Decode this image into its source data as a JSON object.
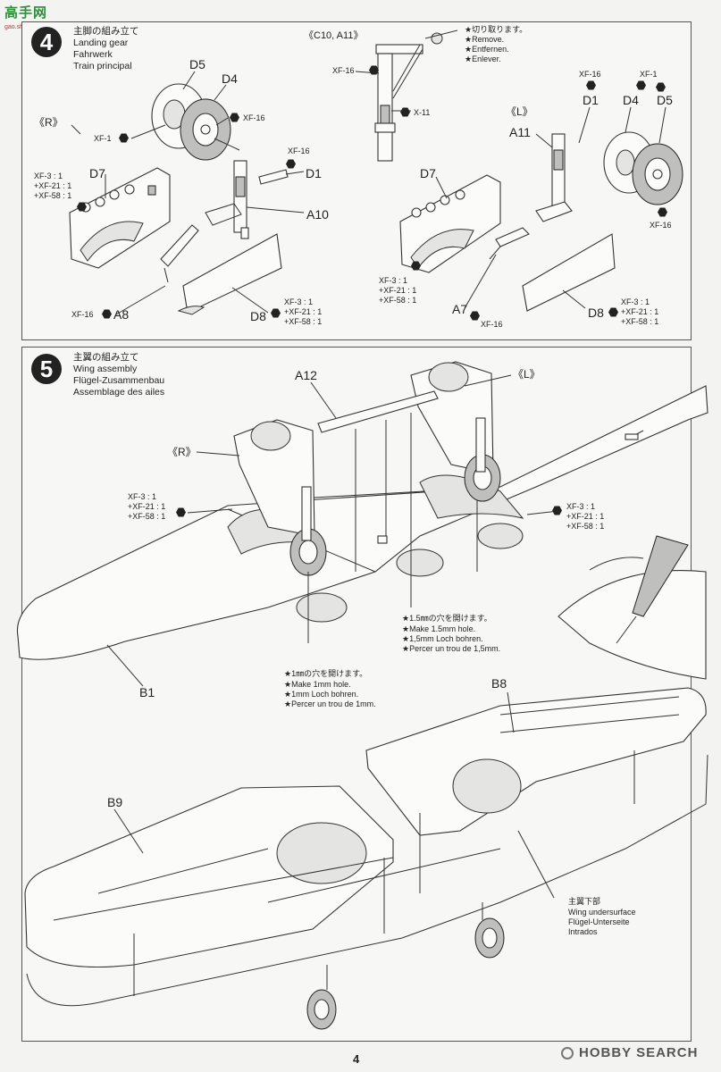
{
  "watermark": {
    "text": "高手网",
    "url": "gao.shou.com"
  },
  "step4": {
    "number": "4",
    "title_jp": "主脚の組み立て",
    "title_en": "Landing gear",
    "title_de": "Fahrwerk",
    "title_fr": "Train principal",
    "side_r": "《R》",
    "side_l": "《L》",
    "inset_title": "《C10, A11》",
    "remove_notes": [
      "★切り取ります。",
      "★Remove.",
      "★Entfernen.",
      "★Enlever."
    ],
    "parts": {
      "d5": "D5",
      "d4": "D4",
      "d7": "D7",
      "d1": "D1",
      "a10": "A10",
      "a8": "A8",
      "d8": "D8",
      "a11": "A11",
      "a7": "A7",
      "d7l": "D7",
      "d8l": "D8",
      "d1l": "D1",
      "d4l": "D4",
      "d5l": "D5"
    },
    "paints": {
      "xf1": "XF-1",
      "xf16": "XF-16",
      "x11": "X-11",
      "mix": "XF-3 : 1\n+XF-21 : 1\n+XF-58 : 1"
    }
  },
  "step5": {
    "number": "5",
    "title_jp": "主翼の組み立て",
    "title_en": "Wing assembly",
    "title_de": "Flügel-Zusammenbau",
    "title_fr": "Assemblage des ailes",
    "side_r": "《R》",
    "side_l": "《L》",
    "parts": {
      "a12": "A12",
      "b1": "B1",
      "b8": "B8",
      "b9": "B9"
    },
    "hole15": [
      "★1.5㎜の穴を開けます。",
      "★Make 1.5mm hole.",
      "★1,5mm Loch bohren.",
      "★Percer un trou de 1,5mm."
    ],
    "hole1": [
      "★1㎜の穴を開けます。",
      "★Make 1mm hole.",
      "★1mm Loch bohren.",
      "★Percer un trou de 1mm."
    ],
    "underside": [
      "主翼下部",
      "Wing undersurface",
      "Flügel-Unterseite",
      "Intrados"
    ],
    "mix": "XF-3 : 1\n+XF-21 : 1\n+XF-58 : 1"
  },
  "footer": {
    "page": "4",
    "brand": "HOBBY SEARCH"
  }
}
